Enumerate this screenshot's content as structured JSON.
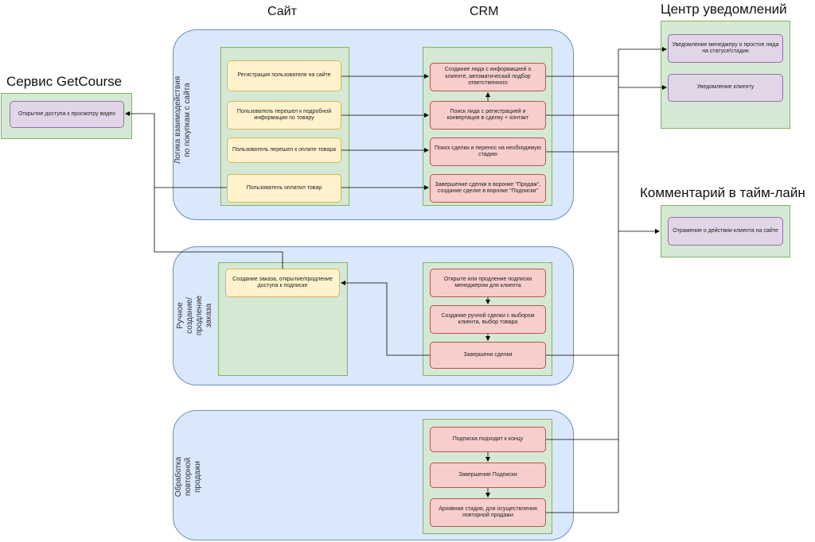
{
  "columns": {
    "site": "Сайт",
    "crm": "CRM"
  },
  "external": {
    "getcourse": {
      "title": "Сервис GetCourse",
      "item": "Открытие доступа к просмотру видео"
    },
    "notifications": {
      "title": "Центр уведомлений",
      "items": [
        "Уведомление менеджеру о простое лида на статусе/стадии",
        "Уведомление клиенту"
      ]
    },
    "timeline": {
      "title": "Комментарий в тайм-лайн",
      "item": "Отражение о действии клиента на сайте"
    }
  },
  "lanes": {
    "purchases": {
      "label": "Логика взаимодействия по покупкам с сайта",
      "site_steps": [
        "Регистрация пользователя на сайте",
        "Пользователь перешел к подробной информации по товару",
        "Пользователь перешел к оплате товара",
        "Пользователь оплатил товар"
      ],
      "crm_steps": [
        "Создание лида с информацией о клиенте, автоматический подбор ответственного",
        "Поиск лида с регистрацией и конвертация в сделку + контакт",
        "Поиск сделки и перенос на необходимую стадию",
        "Завершение сделки в воронке \"Продаж\", создание сделке в воронке \"Подписки\""
      ]
    },
    "manual": {
      "label": "Ручное создание/ продление заказа",
      "site_steps": [
        "Создание заказа, открытие/продление доступа к подписке"
      ],
      "crm_steps": [
        "Открыте или продление подписки менеджером для клиента",
        "Создание ручной сделки с выбором клиента, выбор товара",
        "Завершени сделки"
      ]
    },
    "resale": {
      "label": "Обработка повторной продажи",
      "crm_steps": [
        "Подписка подходит к концу",
        "Завершение Подписки",
        "Архивная стадия, для осуществления повторной продажи"
      ]
    }
  },
  "colors": {
    "lane_fill": "#dae8fc",
    "pool_fill": "#d5e8d4",
    "site_box": "#fff2cc",
    "crm_box": "#f8cecc",
    "notify_box": "#e1d5e7",
    "wire": "#000000"
  }
}
